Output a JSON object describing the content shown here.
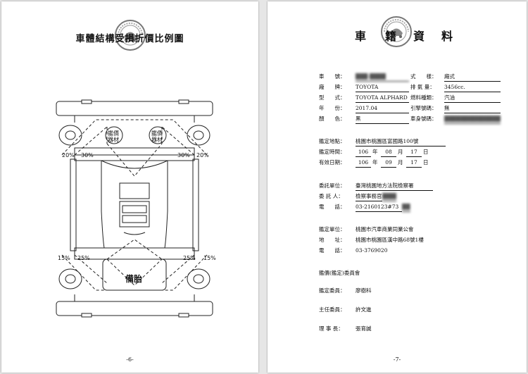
{
  "left_page": {
    "title": "車體結構受損折價比例圖",
    "page_number": "-6-",
    "tire_badge_left": "鑑價 器材",
    "tire_badge_right": "鑑價 器材",
    "spare_tire": "備胎",
    "front_left_pct_outer": "20%",
    "front_left_pct_inner": "30%",
    "front_right_pct_inner": "30%",
    "front_right_pct_outer": "20%",
    "rear_left_pct_outer": "15%",
    "rear_left_pct_inner": "25%",
    "rear_right_pct_inner": "25%",
    "rear_right_pct_outer": "15%"
  },
  "right_page": {
    "title_chars": [
      "車",
      "籍",
      "資",
      "料"
    ],
    "page_number": "-7-",
    "vehicle": {
      "plate_label": "車　　號：",
      "plate_value": "███-████",
      "style_label": "式　　樣：",
      "style_value": "廂式",
      "brand_label": "廠　　牌：",
      "brand_value": "TOYOTA",
      "displacement_label": "排 氣 量：",
      "displacement_value": "3456cc.",
      "model_label": "型　　式：",
      "model_value": "TOYOTA ALPHARD",
      "fuel_label": "燃料種類：",
      "fuel_value": "汽油",
      "year_label": "年　　份：",
      "year_value": "2017.04",
      "engine_label": "引擎號碼：",
      "engine_value": "無",
      "color_label": "顏　　色：",
      "color_value": "黑",
      "vin_label": "車身號碼：",
      "vin_value": "███████████████"
    },
    "appraisal": {
      "place_label": "鑑定地點：",
      "place_value": "桃園市桃園區富國路100號",
      "time_label": "鑑定時間：",
      "time_year": "106",
      "time_month": "08",
      "time_day": "17",
      "valid_label": "有效日期：",
      "valid_year": "106",
      "valid_month": "09",
      "valid_day": "17",
      "unit_year": "年",
      "unit_month": "月",
      "unit_day": "日"
    },
    "client": {
      "unit_label": "委託單位：",
      "unit_value": "臺灣桃園地方法院檢察署",
      "person_label": "委 託 人：",
      "person_value": "檢察事務官",
      "person_redacted": "████",
      "phone_label": "電　　話：",
      "phone_value": "03-2160123#73",
      "phone_redacted": "██"
    },
    "appraiser": {
      "unit_label": "鑑定單位：",
      "unit_value": "桃園市汽車商業同業公會",
      "address_label": "地　　址：",
      "address_value": "桃園市桃園區漢中路68號1樓",
      "phone_label": "電　　話：",
      "phone_value": "03-3769020"
    },
    "committee": {
      "header": "鑑價(鑑定)委員會",
      "member_label": "鑑定委員：",
      "member_value": "廖樹科",
      "chair_label": "主任委員：",
      "chair_value": "許文進",
      "director_label": "理 事 長：",
      "director_value": "張育誠"
    }
  }
}
